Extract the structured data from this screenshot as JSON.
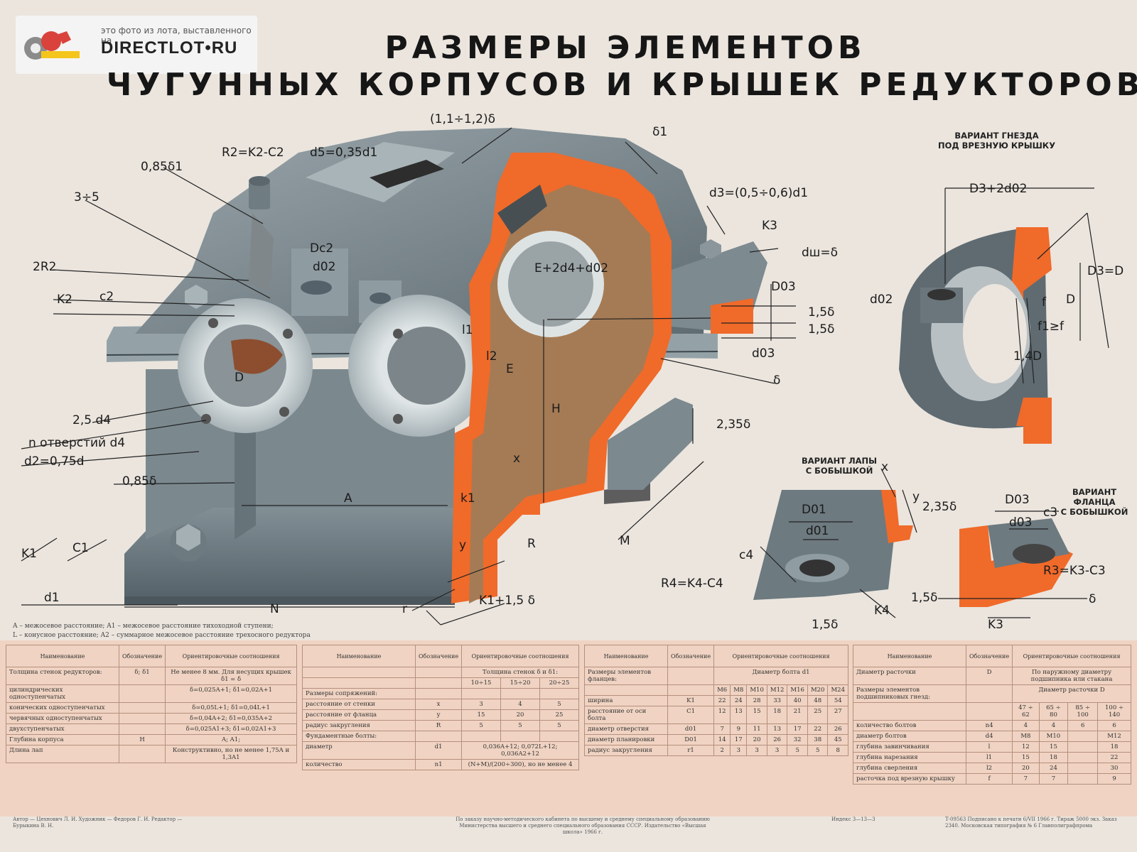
{
  "watermark": {
    "note": "это фото из лота, выставленного на",
    "site": "DIRECTLOT•RU"
  },
  "title": {
    "line1": "РАЗМЕРЫ ЭЛЕМЕНТОВ",
    "line2": "ЧУГУННЫХ КОРПУСОВ И КРЫШЕК РЕДУКТОРОВ"
  },
  "labels": {
    "l11": "(1,1÷1,2)δ",
    "d1top": "δ1",
    "r2": "R2=K2-C2",
    "d5": "d5=0,35d1",
    "s085": "0,85δ1",
    "s35": "3÷5",
    "d3": "d3=(0,5÷0,6)d1",
    "k3": "K3",
    "dsh": "dш=δ",
    "do3": "D03",
    "s15a": "1,5δ",
    "s15b": "1,5δ",
    "do3s": "d03",
    "delta": "δ",
    "r2r": "2R2",
    "k2": "K2",
    "c2": "c2",
    "dc2": "Dc2",
    "d02": "d02",
    "e2d": "E+2d4+d02",
    "l1": "l1",
    "l2": "l2",
    "e": "E",
    "h": "H",
    "d": "D",
    "d4": "2,5 d4",
    "n": "n отверстий d4",
    "d2": "d2=0,75d",
    "s085b": "0,85δ",
    "s235": "2,35δ",
    "x": "x",
    "a": "A",
    "k1": "k1",
    "y": "y",
    "r": "R",
    "m": "M",
    "k1n": "K1",
    "c1": "C1",
    "d1": "d1",
    "n2": "N",
    "rr": "r",
    "k15": "K1+1,5 δ",
    "vd": "D3+2d02",
    "vdo2": "d02",
    "vD": "D",
    "vD3": "D3=D",
    "vf": "f",
    "vf1": "f1≥f",
    "v14": "1,4D",
    "pDo1": "D01",
    "pdo1": "d01",
    "px": "x",
    "py": "y",
    "p235": "2,35δ",
    "pc4": "c4",
    "pr4": "R4=K4-C4",
    "pk4": "K4",
    "p15": "1,5δ",
    "fDo3": "D03",
    "fdo3": "d03",
    "fc3": "c3",
    "fr3": "R3=K3-C3",
    "f15": "1,5δ",
    "fdelta": "δ",
    "fk3": "K3"
  },
  "subtitles": {
    "nest": [
      "ВАРИАНТ ГНЕЗДА",
      "ПОД ВРЕЗНУЮ КРЫШКУ"
    ],
    "paw": [
      "ВАРИАНТ ЛАПЫ",
      "С БОБЫШКОЙ"
    ],
    "flange": [
      "ВАРИАНТ ФЛАНЦА",
      "С БОБЫШКОЙ"
    ]
  },
  "legend": [
    "A – межосевое расстояние;   A1 – межосевое расстояние тихоходной ступени;",
    "L – конусное расстояние;   A2 – суммарное межосевое расстояние трехосного редуктора"
  ],
  "table1": {
    "headers": [
      "Наименование",
      "Обозначение",
      "Ориентировочные соотношения"
    ],
    "rows": [
      [
        "Толщина стенок редукторов:",
        "δ; δ1",
        "Не менее 8 мм. Для несущих крышек δ1 = δ"
      ],
      [
        "цилиндрических одноступенчатых",
        "",
        "δ=0,025A+1; δ1=0,02A+1"
      ],
      [
        "конических одноступенчатых",
        "",
        "δ=0,05L+1; δ1=0,04L+1"
      ],
      [
        "червячных одноступенчатых",
        "",
        "δ=0,04A+2; δ1=0,035A+2"
      ],
      [
        "двухступенчатых",
        "",
        "δ=0,025A1+3; δ1=0,02A1+3"
      ],
      [
        "Глубина корпуса",
        "H",
        "A; A1;"
      ],
      [
        "Длина лап",
        "",
        "Конструктивно, но не менее 1,75A и 1,3A1"
      ]
    ]
  },
  "table2": {
    "headers": [
      "Наименование",
      "Обозначение",
      "Ориентировочные соотношения"
    ],
    "sub": "Толщина стенок δ и δ1:",
    "cols": [
      "10÷15",
      "15÷20",
      "20÷25"
    ],
    "rows": [
      [
        "Размеры сопряжений:",
        "",
        "",
        "",
        ""
      ],
      [
        "расстояние от стенки",
        "x",
        "3",
        "4",
        "5"
      ],
      [
        "расстояние от фланца",
        "y",
        "15",
        "20",
        "25"
      ],
      [
        "радиус закругления",
        "R",
        "5",
        "5",
        "5"
      ],
      [
        "Фундаментные болты:",
        "",
        "",
        "",
        ""
      ],
      [
        "диаметр",
        "d1",
        "0,036A+12; 0,072L+12; 0,036A2+12",
        "",
        ""
      ],
      [
        "количество",
        "n1",
        "(N+M)/(200÷300), но не менее 4",
        "",
        ""
      ]
    ]
  },
  "table3": {
    "headers": [
      "Наименование",
      "Обозначение",
      "Ориентировочные соотношения"
    ],
    "sub": "Диаметр болта d1",
    "cols": [
      "M6",
      "M8",
      "M10",
      "M12",
      "M16",
      "M20",
      "M24"
    ],
    "title": "Размеры элементов фланцев:",
    "rows": [
      [
        "ширина",
        "K1",
        "22",
        "24",
        "28",
        "33",
        "40",
        "48",
        "54"
      ],
      [
        "расстояние от оси болта",
        "C1",
        "12",
        "13",
        "15",
        "18",
        "21",
        "25",
        "27"
      ],
      [
        "диаметр отверстия",
        "d01",
        "7",
        "9",
        "11",
        "13",
        "17",
        "22",
        "26"
      ],
      [
        "диаметр планировки",
        "D01",
        "14",
        "17",
        "20",
        "26",
        "32",
        "38",
        "45"
      ],
      [
        "радиус закругления",
        "r1",
        "2",
        "3",
        "3",
        "3",
        "5",
        "5",
        "8"
      ]
    ]
  },
  "table4": {
    "headers": [
      "Наименование",
      "Обозначение",
      "Ориентировочные соотношения"
    ],
    "top": [
      "Диаметр расточки",
      "D",
      "По наружному диаметру подшипника или стакана"
    ],
    "title": "Размеры элементов подшипниковых гнезд:",
    "sub": "Диаметр расточки D",
    "cols": [
      "47 ÷ 62",
      "65 ÷ 80",
      "85 ÷ 100",
      "100 ÷ 140"
    ],
    "rows": [
      [
        "количество болтов",
        "n4",
        "4",
        "4",
        "6",
        "6"
      ],
      [
        "диаметр болтов",
        "d4",
        "M8",
        "M10",
        "",
        "M12"
      ],
      [
        "глубина завинчивания",
        "l",
        "12",
        "15",
        "",
        "18"
      ],
      [
        "глубина нарезания",
        "l1",
        "15",
        "18",
        "",
        "22"
      ],
      [
        "глубина сверления",
        "l2",
        "20",
        "24",
        "",
        "30"
      ],
      [
        "расточка под врезную крышку",
        "f",
        "7",
        "7",
        "",
        "9"
      ]
    ]
  },
  "footer": {
    "left": "Автор — Цехнович Л. И. Художник — Федоров Г. И. Редактор — Бурыкина В. Н.",
    "center": "По заказу научно-методического кабинета по высшему и среднему специальному образованию Министерства высшего и среднего специального образования СССР. Издательство «Высшая школа» 1966 г.",
    "index": "Индекс 3—13—3",
    "right": "Т-09563 Подписано к печати 6/VII 1966 г. Тираж 5000 экз. Заказ 2340. Московская типография № 6 Главполиграфпрома"
  }
}
